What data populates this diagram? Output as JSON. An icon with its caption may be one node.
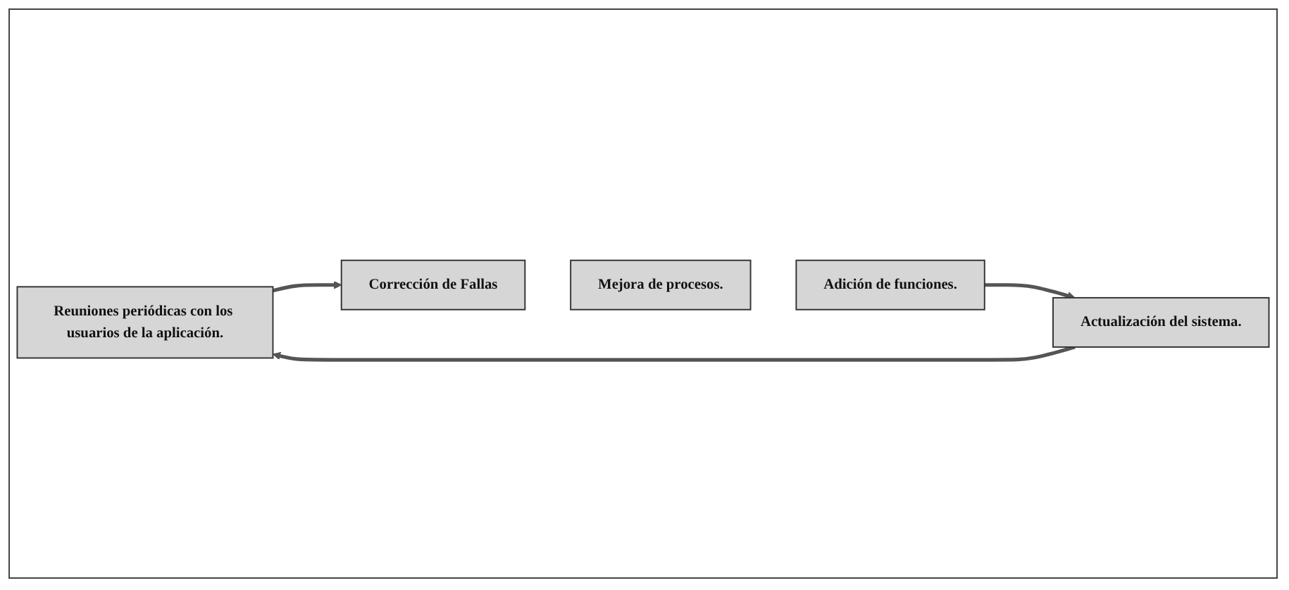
{
  "diagram": {
    "nodes": [
      {
        "text": [
          "Reuniones periódicas con los usuarios de la aplicación."
        ]
      },
      {
        "text": [
          "Corrección de Fallas"
        ]
      },
      {
        "text": [
          "Mejora de procesos."
        ]
      },
      {
        "text": [
          "Adición de funciones."
        ]
      },
      {
        "text": [
          "Actualización del sistema."
        ]
      }
    ],
    "edges": [
      {
        "from": 0,
        "to": 1,
        "arrow": "to"
      },
      {
        "from": 3,
        "to": 4,
        "arrow": "to"
      },
      {
        "from": 4,
        "to": 0,
        "arrow": "to"
      }
    ]
  }
}
